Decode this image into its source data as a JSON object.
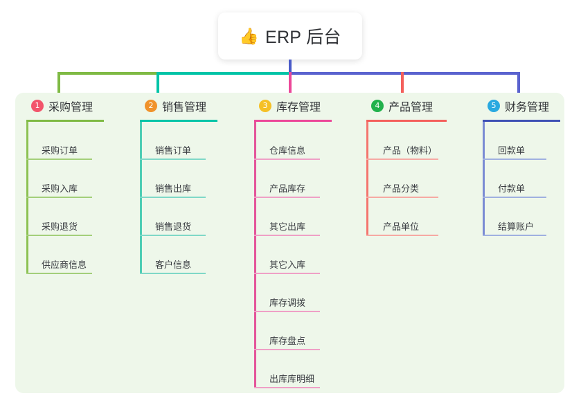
{
  "root": {
    "icon": "thumbs-up-icon",
    "icon_glyph": "👍",
    "title": "ERP 后台"
  },
  "panel": {
    "background_color": "#eef7ea"
  },
  "connectors": {
    "stem_color": "#4a5bc8",
    "bus_segments": [
      {
        "name": "green",
        "color": "#7fba44"
      },
      {
        "name": "teal",
        "color": "#00c4a7"
      },
      {
        "name": "purple",
        "color": "#5a63cf"
      }
    ]
  },
  "columns": [
    {
      "index": "1",
      "badge_color": "#f2556b",
      "rule_color": "#7fba44",
      "spine_color": "#8cc152",
      "leaf_rule_color": "#a3cf7a",
      "title": "采购管理",
      "drop_color": "#7fba44",
      "leaves": [
        "采购订单",
        "采购入库",
        "采购退货",
        "供应商信息"
      ]
    },
    {
      "index": "2",
      "badge_color": "#f0922b",
      "rule_color": "#00c4a7",
      "spine_color": "#4ecdb4",
      "leaf_rule_color": "#7fd8c7",
      "title": "销售管理",
      "drop_color": "#00c4a7",
      "leaves": [
        "销售订单",
        "销售出库",
        "销售退货",
        "客户信息"
      ]
    },
    {
      "index": "3",
      "badge_color": "#f5c026",
      "rule_color": "#ec4899",
      "spine_color": "#e4549a",
      "leaf_rule_color": "#efa0c6",
      "title": "库存管理",
      "drop_color": "#ec4899",
      "leaves": [
        "仓库信息",
        "产品库存",
        "其它出库",
        "其它入库",
        "库存调拨",
        "库存盘点",
        "出库库明细"
      ]
    },
    {
      "index": "4",
      "badge_color": "#22b14c",
      "rule_color": "#f4605c",
      "spine_color": "#f4746e",
      "leaf_rule_color": "#f6a9a3",
      "title": "产品管理",
      "drop_color": "#f4605c",
      "leaves": [
        "产品（物料）",
        "产品分类",
        "产品单位"
      ]
    },
    {
      "index": "5",
      "badge_color": "#29a9e0",
      "rule_color": "#3f51b5",
      "spine_color": "#7a8bd4",
      "leaf_rule_color": "#9fb0e0",
      "title": "财务管理",
      "drop_color": "#5a63cf",
      "leaves": [
        "回款单",
        "付款单",
        "结算账户"
      ]
    }
  ]
}
